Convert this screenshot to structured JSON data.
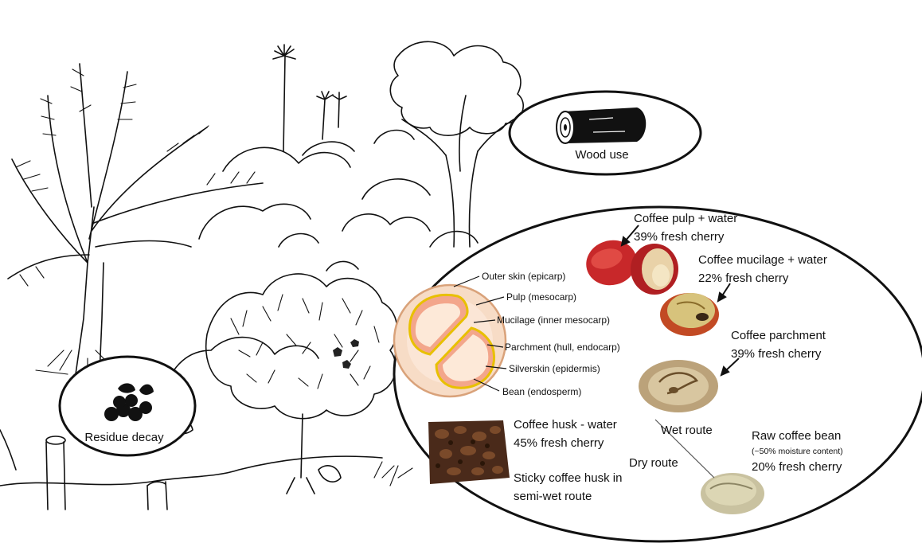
{
  "wood_use": {
    "label": "Wood use"
  },
  "residue_decay": {
    "label": "Residue decay"
  },
  "cherry_diagram": {
    "layers": [
      "Outer skin (epicarp)",
      "Pulp (mesocarp)",
      "Mucilage (inner mesocarp)",
      "Parchment (hull, endocarp)",
      "Silverskin (epidermis)",
      "Bean (endosperm)"
    ]
  },
  "byproducts": {
    "pulp": {
      "title": "Coffee pulp + water",
      "share": "39% fresh cherry"
    },
    "mucilage": {
      "title": "Coffee mucilage + water",
      "share": "22% fresh cherry"
    },
    "parchment": {
      "title": "Coffee parchment",
      "share": "39% fresh cherry"
    },
    "husk": {
      "title": "Coffee husk - water",
      "share": "45% fresh cherry"
    },
    "sticky_husk": {
      "line1": "Sticky coffee husk in",
      "line2": "semi-wet route"
    },
    "raw_bean": {
      "title": "Raw coffee bean",
      "moisture": "(~50% moisture content)",
      "share": "20% fresh cherry"
    }
  },
  "routes": {
    "wet": "Wet route",
    "dry": "Dry route"
  },
  "colors": {
    "cherry_red": "#c8282a",
    "pulp_peach": "#f6d9c0",
    "parchment_yellow": "#e8c000",
    "bean_tan": "#c9b488",
    "husk_brown": "#4a2a1a"
  }
}
